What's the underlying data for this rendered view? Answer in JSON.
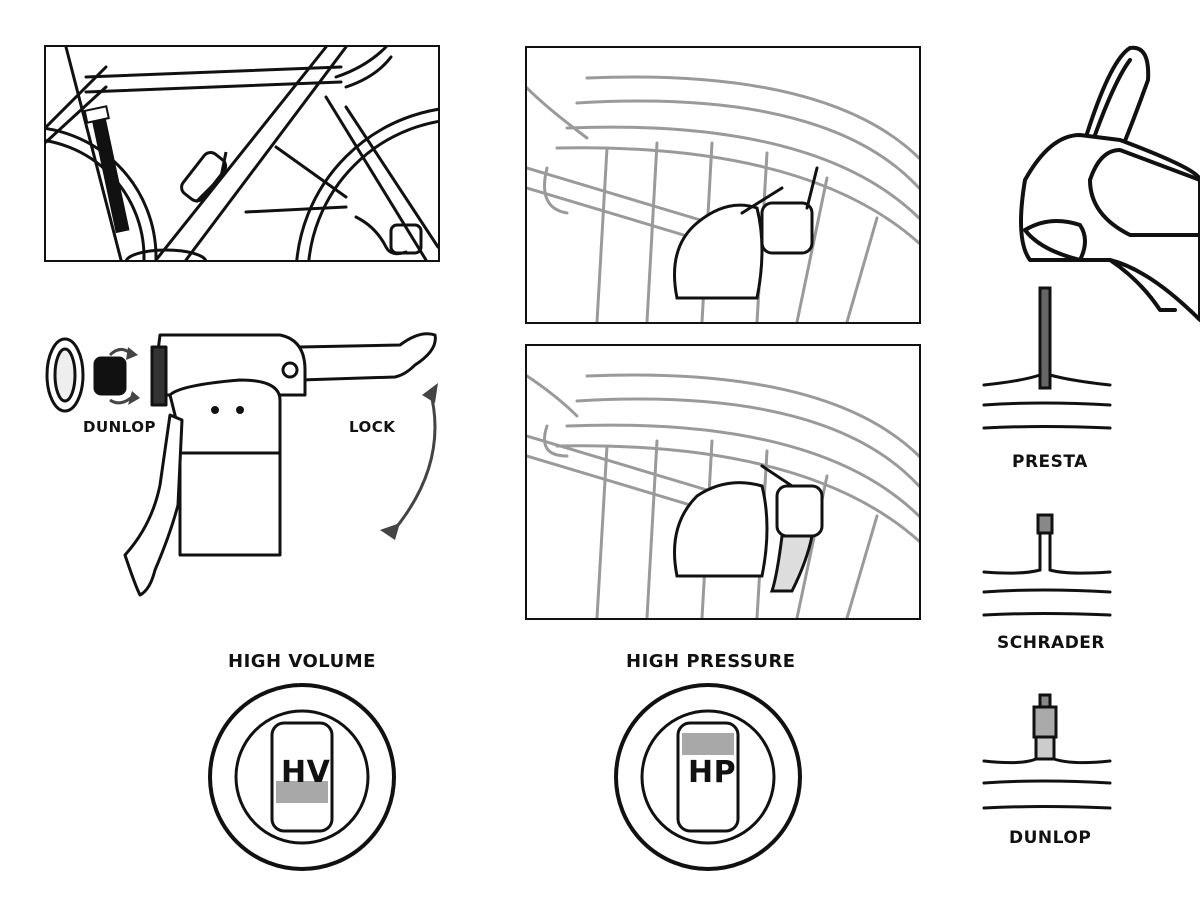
{
  "labels": {
    "dunlop_adapter": "DUNLOP",
    "lock": "LOCK",
    "high_volume": "HIGH VOLUME",
    "high_pressure": "HIGH PRESSURE",
    "presta": "PRESTA",
    "schrader": "SCHRADER",
    "dunlop_valve": "DUNLOP"
  },
  "dials": {
    "hv_text": "HV",
    "hp_text": "HP"
  },
  "colors": {
    "ink": "#111111",
    "faint": "#9a9a9a",
    "band": "#a8a8a8",
    "arrow": "#444444"
  }
}
